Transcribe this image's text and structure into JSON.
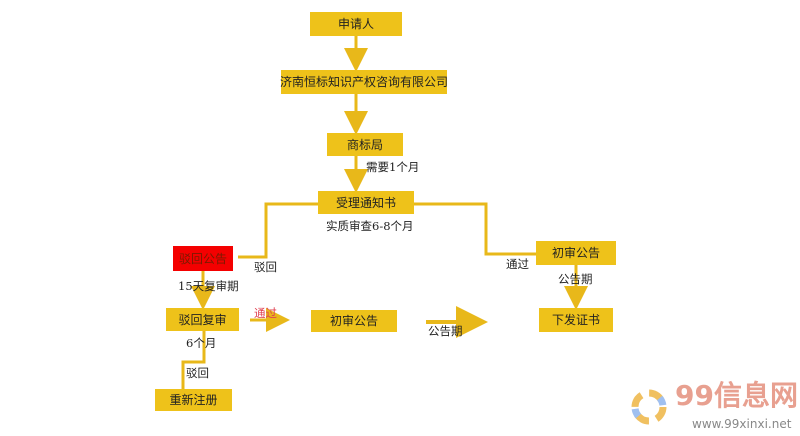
{
  "nodes": {
    "applicant": "申请人",
    "agency": "济南恒标知识产权咨询有限公司",
    "office": "商标局",
    "notice": "受理通知书",
    "rejection": "驳回公告",
    "prelim_right": "初审公告",
    "review": "驳回复审",
    "prelim_mid": "初审公告",
    "certificate": "下发证书",
    "reregister": "重新注册"
  },
  "labels": {
    "one_month": "需要1个月",
    "exam": "实质审查6-8个月",
    "reject1": "驳回",
    "pass1": "通过",
    "review_period": "15天复审期",
    "pass2": "通过",
    "announce1": "公告期",
    "announce2": "公告期",
    "six_months": "6个月",
    "reject2": "驳回"
  },
  "watermark": {
    "brand": "99信息网",
    "url": "www.99xinxi.net"
  },
  "colors": {
    "box": "#eec21a",
    "line": "#e8b81a",
    "reject": "#f40000"
  }
}
